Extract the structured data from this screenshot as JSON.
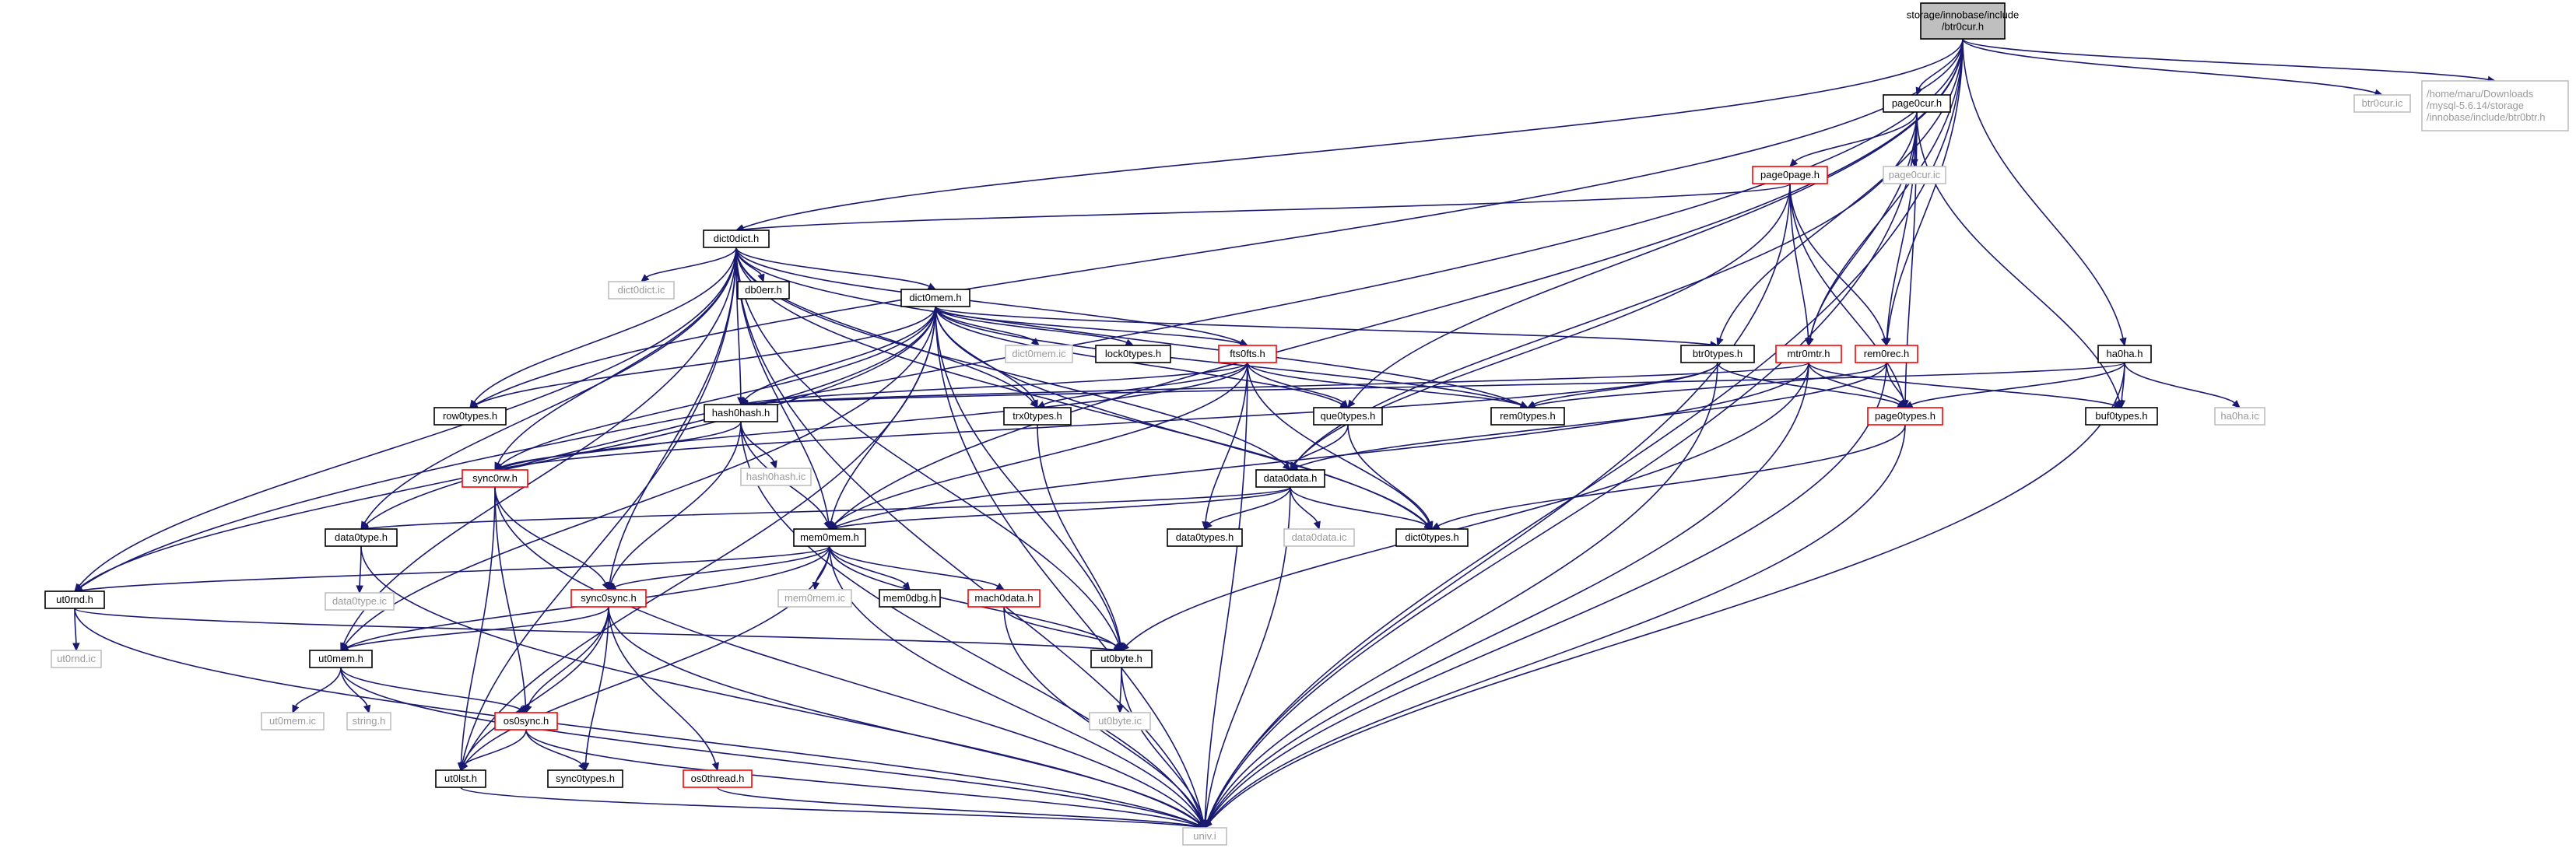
{
  "graph": {
    "nodes": [
      {
        "id": "btr0cur",
        "lines": [
          "storage/innobase/include",
          "/btr0cur.h"
        ],
        "style": "root"
      },
      {
        "id": "page0cur",
        "lines": [
          "page0cur.h"
        ],
        "style": "normal"
      },
      {
        "id": "btr0cur_ic",
        "lines": [
          "btr0cur.ic"
        ],
        "style": "plain"
      },
      {
        "id": "btr0btr",
        "lines": [
          "/home/maru/Downloads",
          "/mysql-5.6.14/storage",
          "/innobase/include/btr0btr.h"
        ],
        "style": "plain"
      },
      {
        "id": "page0page",
        "lines": [
          "page0page.h"
        ],
        "style": "red"
      },
      {
        "id": "page0cur_ic",
        "lines": [
          "page0cur.ic"
        ],
        "style": "plain"
      },
      {
        "id": "dict0dict",
        "lines": [
          "dict0dict.h"
        ],
        "style": "normal"
      },
      {
        "id": "dict0dict_ic",
        "lines": [
          "dict0dict.ic"
        ],
        "style": "plain"
      },
      {
        "id": "db0err",
        "lines": [
          "db0err.h"
        ],
        "style": "normal"
      },
      {
        "id": "dict0mem",
        "lines": [
          "dict0mem.h"
        ],
        "style": "normal"
      },
      {
        "id": "dict0mem_ic",
        "lines": [
          "dict0mem.ic"
        ],
        "style": "plain"
      },
      {
        "id": "lock0types",
        "lines": [
          "lock0types.h"
        ],
        "style": "normal"
      },
      {
        "id": "fts0fts",
        "lines": [
          "fts0fts.h"
        ],
        "style": "red"
      },
      {
        "id": "btr0types",
        "lines": [
          "btr0types.h"
        ],
        "style": "normal"
      },
      {
        "id": "mtr0mtr",
        "lines": [
          "mtr0mtr.h"
        ],
        "style": "red"
      },
      {
        "id": "rem0rec",
        "lines": [
          "rem0rec.h"
        ],
        "style": "red"
      },
      {
        "id": "ha0ha",
        "lines": [
          "ha0ha.h"
        ],
        "style": "normal"
      },
      {
        "id": "ha0ha_ic",
        "lines": [
          "ha0ha.ic"
        ],
        "style": "plain"
      },
      {
        "id": "row0types",
        "lines": [
          "row0types.h"
        ],
        "style": "normal"
      },
      {
        "id": "hash0hash",
        "lines": [
          "hash0hash.h"
        ],
        "style": "normal"
      },
      {
        "id": "trx0types",
        "lines": [
          "trx0types.h"
        ],
        "style": "normal"
      },
      {
        "id": "que0types",
        "lines": [
          "que0types.h"
        ],
        "style": "normal"
      },
      {
        "id": "rem0types",
        "lines": [
          "rem0types.h"
        ],
        "style": "normal"
      },
      {
        "id": "page0types",
        "lines": [
          "page0types.h"
        ],
        "style": "red"
      },
      {
        "id": "buf0types",
        "lines": [
          "buf0types.h"
        ],
        "style": "normal"
      },
      {
        "id": "hash0hash_ic",
        "lines": [
          "hash0hash.ic"
        ],
        "style": "plain"
      },
      {
        "id": "sync0rw",
        "lines": [
          "sync0rw.h"
        ],
        "style": "red"
      },
      {
        "id": "data0data",
        "lines": [
          "data0data.h"
        ],
        "style": "normal"
      },
      {
        "id": "data0type",
        "lines": [
          "data0type.h"
        ],
        "style": "normal"
      },
      {
        "id": "mem0mem",
        "lines": [
          "mem0mem.h"
        ],
        "style": "normal"
      },
      {
        "id": "data0types",
        "lines": [
          "data0types.h"
        ],
        "style": "normal"
      },
      {
        "id": "data0data_ic",
        "lines": [
          "data0data.ic"
        ],
        "style": "plain"
      },
      {
        "id": "dict0types",
        "lines": [
          "dict0types.h"
        ],
        "style": "normal"
      },
      {
        "id": "data0type_ic",
        "lines": [
          "data0type.ic"
        ],
        "style": "plain"
      },
      {
        "id": "ut0rnd",
        "lines": [
          "ut0rnd.h"
        ],
        "style": "normal"
      },
      {
        "id": "sync0sync",
        "lines": [
          "sync0sync.h"
        ],
        "style": "red"
      },
      {
        "id": "mem0mem_ic",
        "lines": [
          "mem0mem.ic"
        ],
        "style": "plain"
      },
      {
        "id": "mem0dbg",
        "lines": [
          "mem0dbg.h"
        ],
        "style": "normal"
      },
      {
        "id": "mach0data",
        "lines": [
          "mach0data.h"
        ],
        "style": "red"
      },
      {
        "id": "ut0rnd_ic",
        "lines": [
          "ut0rnd.ic"
        ],
        "style": "plain"
      },
      {
        "id": "ut0mem",
        "lines": [
          "ut0mem.h"
        ],
        "style": "normal"
      },
      {
        "id": "ut0byte",
        "lines": [
          "ut0byte.h"
        ],
        "style": "normal"
      },
      {
        "id": "ut0mem_ic",
        "lines": [
          "ut0mem.ic"
        ],
        "style": "plain"
      },
      {
        "id": "string",
        "lines": [
          "string.h"
        ],
        "style": "plain"
      },
      {
        "id": "os0sync",
        "lines": [
          "os0sync.h"
        ],
        "style": "red"
      },
      {
        "id": "ut0byte_ic",
        "lines": [
          "ut0byte.ic"
        ],
        "style": "plain"
      },
      {
        "id": "os0thread",
        "lines": [
          "os0thread.h"
        ],
        "style": "red"
      },
      {
        "id": "ut0lst",
        "lines": [
          "ut0lst.h"
        ],
        "style": "normal"
      },
      {
        "id": "sync0types",
        "lines": [
          "sync0types.h"
        ],
        "style": "normal"
      },
      {
        "id": "univ",
        "lines": [
          "univ.i"
        ],
        "style": "plain"
      }
    ],
    "edges": [
      [
        "btr0cur",
        "page0cur"
      ],
      [
        "btr0cur",
        "btr0cur_ic"
      ],
      [
        "btr0cur",
        "btr0btr"
      ],
      [
        "btr0cur",
        "dict0dict"
      ],
      [
        "btr0cur",
        "btr0types"
      ],
      [
        "btr0cur",
        "mtr0mtr"
      ],
      [
        "btr0cur",
        "rem0rec"
      ],
      [
        "btr0cur",
        "ha0ha"
      ],
      [
        "btr0cur",
        "que0types"
      ],
      [
        "btr0cur",
        "row0types"
      ],
      [
        "btr0cur",
        "mem0mem"
      ],
      [
        "btr0cur",
        "ut0rnd"
      ],
      [
        "btr0cur",
        "univ"
      ],
      [
        "page0cur",
        "page0page"
      ],
      [
        "page0cur",
        "page0cur_ic"
      ],
      [
        "page0cur",
        "rem0rec"
      ],
      [
        "page0cur",
        "data0data"
      ],
      [
        "page0cur",
        "page0types"
      ],
      [
        "page0cur",
        "mtr0mtr"
      ],
      [
        "page0cur",
        "buf0types"
      ],
      [
        "page0cur",
        "univ"
      ],
      [
        "page0page",
        "dict0dict"
      ],
      [
        "page0page",
        "page0types"
      ],
      [
        "page0page",
        "rem0rec"
      ],
      [
        "page0page",
        "mtr0mtr"
      ],
      [
        "page0page",
        "data0data"
      ],
      [
        "page0page",
        "univ"
      ],
      [
        "dict0dict",
        "dict0dict_ic"
      ],
      [
        "dict0dict",
        "db0err"
      ],
      [
        "dict0dict",
        "dict0mem"
      ],
      [
        "dict0dict",
        "row0types"
      ],
      [
        "dict0dict",
        "hash0hash"
      ],
      [
        "dict0dict",
        "trx0types"
      ],
      [
        "dict0dict",
        "rem0types"
      ],
      [
        "dict0dict",
        "data0data"
      ],
      [
        "dict0dict",
        "data0type"
      ],
      [
        "dict0dict",
        "mem0mem"
      ],
      [
        "dict0dict",
        "sync0rw"
      ],
      [
        "dict0dict",
        "sync0sync"
      ],
      [
        "dict0dict",
        "ut0rnd"
      ],
      [
        "dict0dict",
        "ut0mem"
      ],
      [
        "dict0dict",
        "ut0byte"
      ],
      [
        "dict0dict",
        "ut0lst"
      ],
      [
        "dict0dict",
        "dict0types"
      ],
      [
        "dict0dict",
        "fts0fts"
      ],
      [
        "dict0dict",
        "univ"
      ],
      [
        "dict0mem",
        "dict0mem_ic"
      ],
      [
        "dict0mem",
        "lock0types"
      ],
      [
        "dict0mem",
        "fts0fts"
      ],
      [
        "dict0mem",
        "btr0types"
      ],
      [
        "dict0mem",
        "row0types"
      ],
      [
        "dict0mem",
        "hash0hash"
      ],
      [
        "dict0mem",
        "trx0types"
      ],
      [
        "dict0mem",
        "que0types"
      ],
      [
        "dict0mem",
        "rem0types"
      ],
      [
        "dict0mem",
        "data0type"
      ],
      [
        "dict0mem",
        "mem0mem"
      ],
      [
        "dict0mem",
        "sync0rw"
      ],
      [
        "dict0mem",
        "ut0mem"
      ],
      [
        "dict0mem",
        "ut0byte"
      ],
      [
        "dict0mem",
        "ut0lst"
      ],
      [
        "dict0mem",
        "ut0rnd"
      ],
      [
        "dict0mem",
        "dict0types"
      ],
      [
        "dict0mem",
        "univ"
      ],
      [
        "fts0fts",
        "que0types"
      ],
      [
        "fts0fts",
        "rem0types"
      ],
      [
        "fts0fts",
        "hash0hash"
      ],
      [
        "fts0fts",
        "trx0types"
      ],
      [
        "fts0fts",
        "data0types"
      ],
      [
        "fts0fts",
        "dict0types"
      ],
      [
        "fts0fts",
        "mem0mem"
      ],
      [
        "fts0fts",
        "sync0rw"
      ],
      [
        "fts0fts",
        "univ"
      ],
      [
        "btr0types",
        "rem0types"
      ],
      [
        "btr0types",
        "page0types"
      ],
      [
        "btr0types",
        "sync0rw"
      ],
      [
        "btr0types",
        "univ"
      ],
      [
        "mtr0mtr",
        "page0types"
      ],
      [
        "mtr0mtr",
        "buf0types"
      ],
      [
        "mtr0mtr",
        "mem0mem"
      ],
      [
        "mtr0mtr",
        "ut0byte"
      ],
      [
        "mtr0mtr",
        "hash0hash"
      ],
      [
        "mtr0mtr",
        "univ"
      ],
      [
        "rem0rec",
        "rem0types"
      ],
      [
        "rem0rec",
        "page0types"
      ],
      [
        "rem0rec",
        "data0data"
      ],
      [
        "rem0rec",
        "univ"
      ],
      [
        "ha0ha",
        "ha0ha_ic"
      ],
      [
        "ha0ha",
        "buf0types"
      ],
      [
        "ha0ha",
        "page0types"
      ],
      [
        "ha0ha",
        "hash0hash"
      ],
      [
        "ha0ha",
        "univ"
      ],
      [
        "hash0hash",
        "hash0hash_ic"
      ],
      [
        "hash0hash",
        "mem0mem"
      ],
      [
        "hash0hash",
        "sync0rw"
      ],
      [
        "hash0hash",
        "sync0sync"
      ],
      [
        "hash0hash",
        "univ"
      ],
      [
        "trx0types",
        "ut0byte"
      ],
      [
        "que0types",
        "data0data"
      ],
      [
        "que0types",
        "dict0types"
      ],
      [
        "page0types",
        "dict0types"
      ],
      [
        "page0types",
        "univ"
      ],
      [
        "sync0rw",
        "sync0sync"
      ],
      [
        "sync0rw",
        "os0sync"
      ],
      [
        "sync0rw",
        "ut0lst"
      ],
      [
        "sync0rw",
        "univ"
      ],
      [
        "data0data",
        "data0types"
      ],
      [
        "data0data",
        "data0data_ic"
      ],
      [
        "data0data",
        "dict0types"
      ],
      [
        "data0data",
        "data0type"
      ],
      [
        "data0data",
        "mem0mem"
      ],
      [
        "data0data",
        "univ"
      ],
      [
        "data0type",
        "data0type_ic"
      ],
      [
        "data0type",
        "univ"
      ],
      [
        "mem0mem",
        "mem0mem_ic"
      ],
      [
        "mem0mem",
        "mem0dbg"
      ],
      [
        "mem0mem",
        "mach0data"
      ],
      [
        "mem0mem",
        "ut0byte"
      ],
      [
        "mem0mem",
        "sync0sync"
      ],
      [
        "mem0mem",
        "ut0mem"
      ],
      [
        "mem0mem",
        "ut0rnd"
      ],
      [
        "mem0mem",
        "ut0lst"
      ],
      [
        "mem0mem",
        "univ"
      ],
      [
        "ut0rnd",
        "ut0rnd_ic"
      ],
      [
        "ut0rnd",
        "ut0byte"
      ],
      [
        "ut0rnd",
        "univ"
      ],
      [
        "sync0sync",
        "ut0mem"
      ],
      [
        "sync0sync",
        "os0thread"
      ],
      [
        "sync0sync",
        "os0sync"
      ],
      [
        "sync0sync",
        "sync0types"
      ],
      [
        "sync0sync",
        "ut0lst"
      ],
      [
        "sync0sync",
        "univ"
      ],
      [
        "mach0data",
        "ut0byte"
      ],
      [
        "mach0data",
        "univ"
      ],
      [
        "ut0mem",
        "ut0mem_ic"
      ],
      [
        "ut0mem",
        "string"
      ],
      [
        "ut0mem",
        "os0sync"
      ],
      [
        "ut0mem",
        "univ"
      ],
      [
        "ut0byte",
        "ut0byte_ic"
      ],
      [
        "ut0byte",
        "univ"
      ],
      [
        "os0sync",
        "ut0lst"
      ],
      [
        "os0sync",
        "sync0types"
      ],
      [
        "os0sync",
        "univ"
      ],
      [
        "os0thread",
        "univ"
      ],
      [
        "ut0lst",
        "univ"
      ]
    ]
  },
  "colors": {
    "edge": "#191970",
    "root_fill": "#bfbfbf",
    "normal_border": "#000000",
    "red_border": "#ff0000",
    "plain_border": "#bfbfbf",
    "plain_text": "#9a9a9a"
  }
}
